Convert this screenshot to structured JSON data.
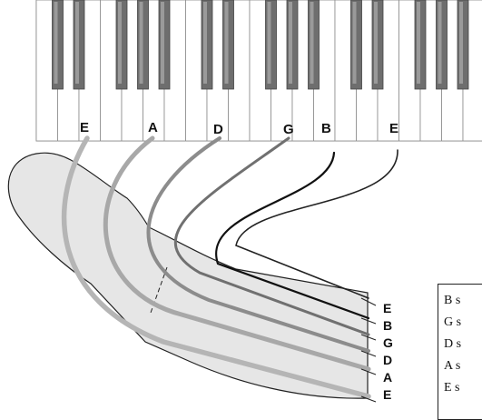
{
  "keyboard": {
    "key_labels": [
      "E",
      "A",
      "D",
      "G",
      "B",
      "E"
    ]
  },
  "headstock": {
    "string_labels": [
      "E",
      "B",
      "G",
      "D",
      "A",
      "E"
    ]
  },
  "legend": {
    "rows": [
      "B s",
      "G s",
      "D s",
      "A s",
      "E s"
    ]
  },
  "colors": {
    "low_e_string": "#b5b5b5",
    "a_string": "#a8a8a8",
    "d_string": "#8c8c8c",
    "g_string": "#707070",
    "b_string": "#111111",
    "high_e_string": "#222222",
    "black_key": "#6e6e6e",
    "headstock_fill": "#e6e6e6"
  }
}
